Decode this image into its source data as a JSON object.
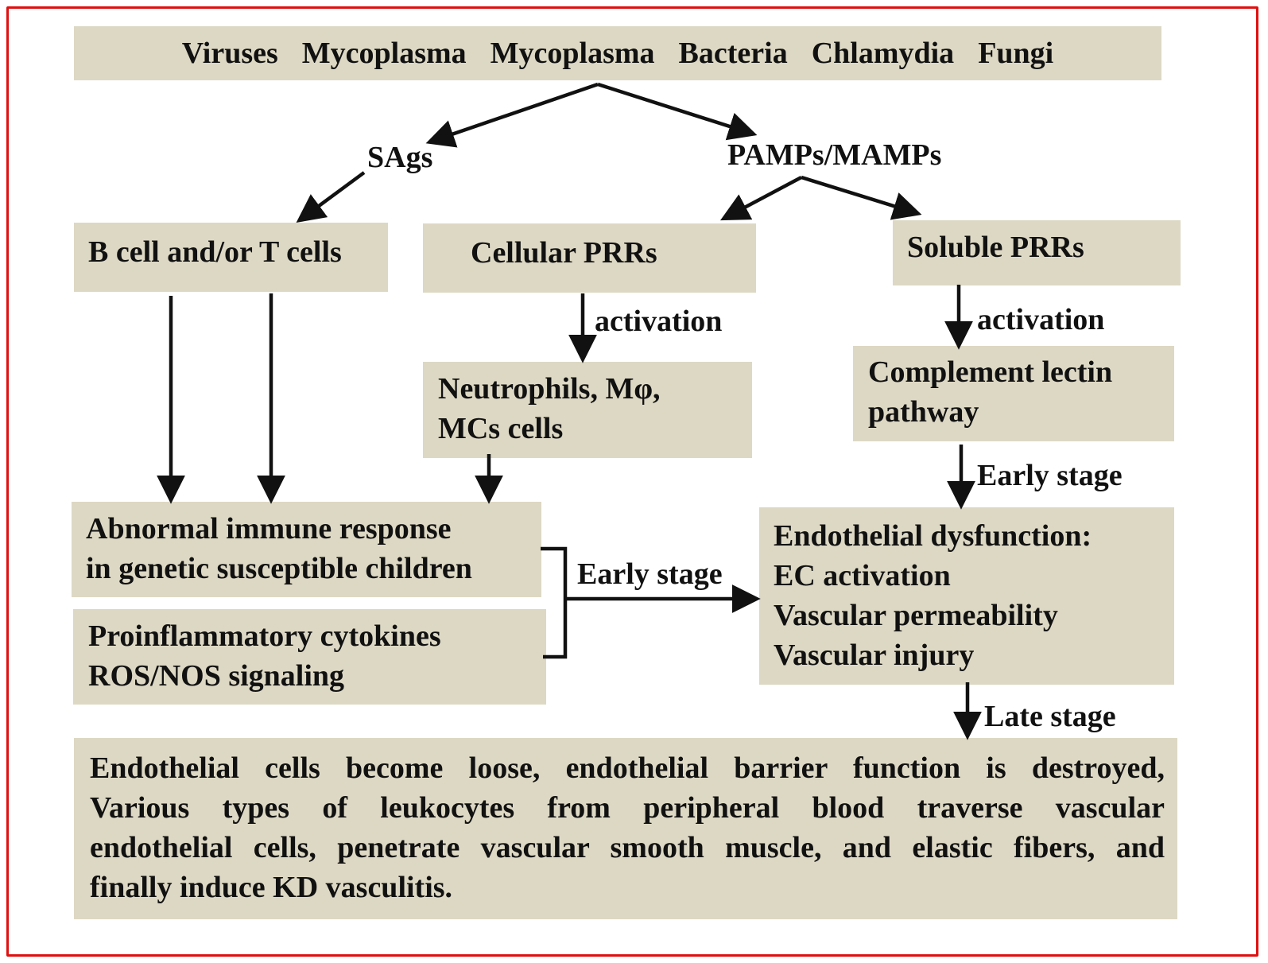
{
  "sources": [
    "Viruses",
    "Mycoplasma",
    "Mycoplasma",
    "Bacteria",
    "Chlamydia",
    "Fungi"
  ],
  "branches": {
    "sags": "SAgs",
    "pamps": "PAMPs/MAMPs"
  },
  "boxes": {
    "lymphocytes": "B cell and/or T cells",
    "cellular_prrs": "Cellular PRRs",
    "soluble_prrs": "Soluble PRRs",
    "innate_cells": [
      "Neutrophils, Mφ,",
      "MCs cells"
    ],
    "complement": [
      "Complement lectin",
      "pathway"
    ],
    "abnormal_response": [
      "Abnormal immune response",
      "in genetic susceptible children"
    ],
    "cytokines": [
      "Proinflammatory cytokines",
      "ROS/NOS signaling"
    ],
    "endothelial_dysfunction": [
      "Endothelial dysfunction:",
      "EC activation",
      "Vascular permeability",
      "Vascular injury"
    ],
    "outcome": [
      "Endothelial cells become loose, endothelial barrier function is destroyed,",
      "Various types of leukocytes from peripheral blood traverse vascular",
      "endothelial cells, penetrate vascular smooth muscle, and elastic fibers, and",
      "finally induce KD vasculitis."
    ]
  },
  "edge_labels": {
    "activation_cellular": "activation",
    "activation_soluble": "activation",
    "early_stage_complement": "Early stage",
    "early_stage_merge": "Early stage",
    "late_stage": "Late stage"
  },
  "colors": {
    "box_fill": "#ddd8c4",
    "frame": "#e01010",
    "arrow": "#111111"
  }
}
